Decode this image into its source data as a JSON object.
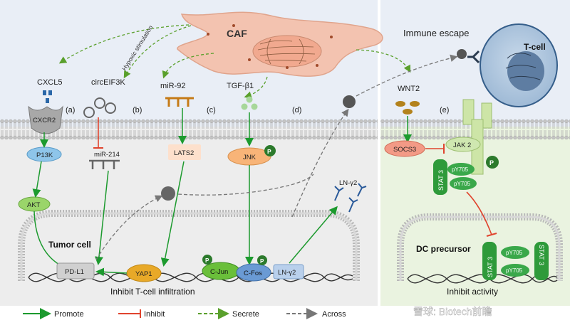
{
  "caf": {
    "label": "CAF"
  },
  "immune": {
    "label": "Immune escape",
    "tcell": "T-cell"
  },
  "top": {
    "cxcl5": "CXCL5",
    "circ": "circEIF3K",
    "mir92": "miR-92",
    "tgfb": "TGF-β1",
    "wnt2": "WNT2",
    "hypoxic": "Hypoxic stimulation"
  },
  "panels": {
    "a": "(a)",
    "b": "(b)",
    "c": "(c)",
    "d": "(d)",
    "e": "(e)"
  },
  "nodes": {
    "cxcr2": "CXCR2",
    "p13k": "P13K",
    "akt": "AKT",
    "mir214": "miR-214",
    "lats2": "LATS2",
    "jnk": "JNK",
    "p": "P",
    "socs3": "SOCS3",
    "jak2": "JAK 2",
    "stat3": "STAT 3",
    "py705": "pY705",
    "pdl1": "PD-L1",
    "yap1": "YAP1",
    "cjun": "C-Jun",
    "cfos": "C-Fos",
    "lny2": "LN-γ2",
    "lny2_top": "LN-γ2"
  },
  "labels": {
    "tumor": "Tumor cell",
    "inhibit_t": "Inhibit T-cell infiltration",
    "dc": "DC precursor",
    "inhibit_activity": "Inhibit activity"
  },
  "legend": {
    "promote": "Promote",
    "inhibit": "Inhibit",
    "secrete": "Secrete",
    "across": "Across",
    "colors": {
      "promote": "#1c9a2e",
      "inhibit": "#e0442e",
      "secrete": "#5aa02c",
      "across": "#777777"
    }
  },
  "watermark": "雪球: Biotech前瞻"
}
